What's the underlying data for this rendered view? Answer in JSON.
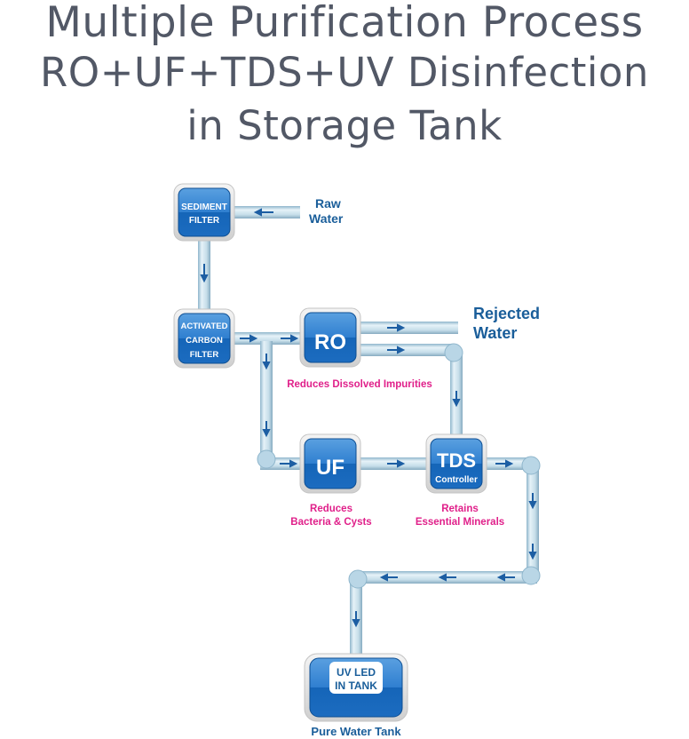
{
  "title": {
    "line1": "Multiple Purification Process",
    "line2": "RO+UF+TDS+UV Disinfection",
    "line3": "in Storage Tank"
  },
  "colors": {
    "title": "#525866",
    "box": "#1f6fbf",
    "pipe": "#b9d6e6",
    "arrow": "#1d5ea3",
    "label_blue": "#1a5e9a",
    "label_pink": "#e0208a"
  },
  "nodes": {
    "sediment": {
      "line1": "SEDIMENT",
      "line2": "FILTER"
    },
    "carbon": {
      "line1": "ACTIVATED",
      "line2": "CARBON",
      "line3": "FILTER"
    },
    "ro": {
      "label": "RO",
      "desc": "Reduces Dissolved Impurities"
    },
    "uf": {
      "label": "UF",
      "desc1": "Reduces",
      "desc2": "Bacteria & Cysts"
    },
    "tds": {
      "label": "TDS",
      "sub": "Controller",
      "desc1": "Retains",
      "desc2": "Essential Minerals"
    },
    "tank": {
      "line1": "UV LED",
      "line2": "IN TANK",
      "caption": "Pure Water Tank"
    }
  },
  "io": {
    "raw": {
      "line1": "Raw",
      "line2": "Water"
    },
    "rejected": {
      "line1": "Rejected",
      "line2": "Water"
    }
  }
}
